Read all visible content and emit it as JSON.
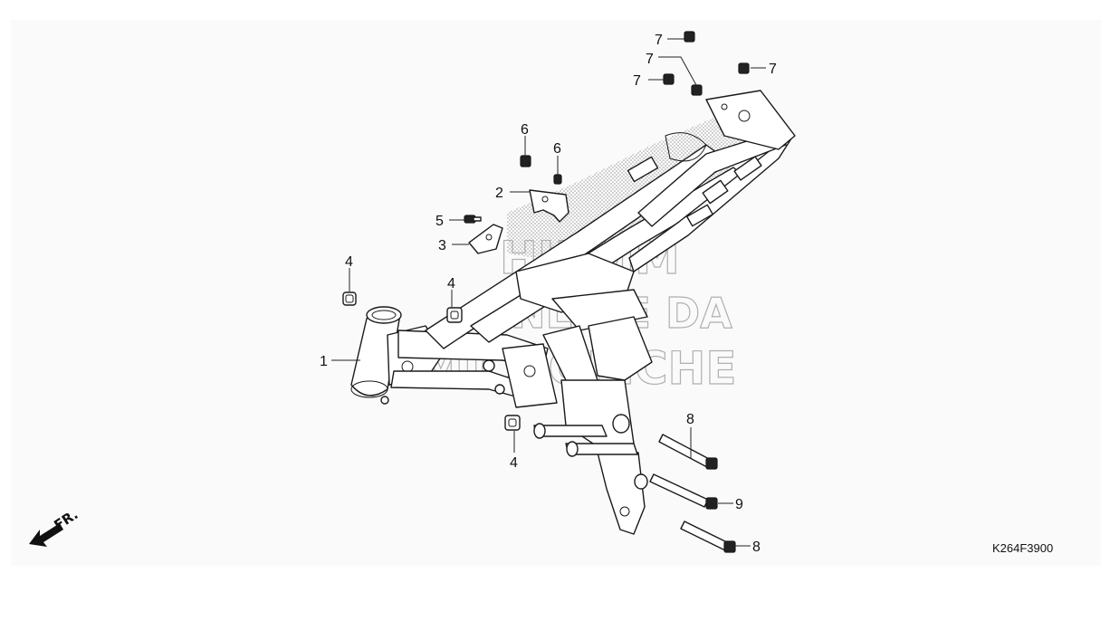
{
  "diagram": {
    "code": "K264F3900",
    "front_marker": "FR.",
    "watermark": [
      "HIKMM",
      "ONLINE DA",
      "MICROFICHE"
    ],
    "callouts": [
      {
        "id": "c1",
        "label": "1"
      },
      {
        "id": "c2",
        "label": "2"
      },
      {
        "id": "c3",
        "label": "3"
      },
      {
        "id": "c4a",
        "label": "4"
      },
      {
        "id": "c4b",
        "label": "4"
      },
      {
        "id": "c4c",
        "label": "4"
      },
      {
        "id": "c5",
        "label": "5"
      },
      {
        "id": "c6a",
        "label": "6"
      },
      {
        "id": "c6b",
        "label": "6"
      },
      {
        "id": "c7a",
        "label": "7"
      },
      {
        "id": "c7b",
        "label": "7"
      },
      {
        "id": "c7c",
        "label": "7"
      },
      {
        "id": "c7d",
        "label": "7"
      },
      {
        "id": "c8a",
        "label": "8"
      },
      {
        "id": "c8b",
        "label": "8"
      },
      {
        "id": "c9",
        "label": "9"
      }
    ]
  }
}
